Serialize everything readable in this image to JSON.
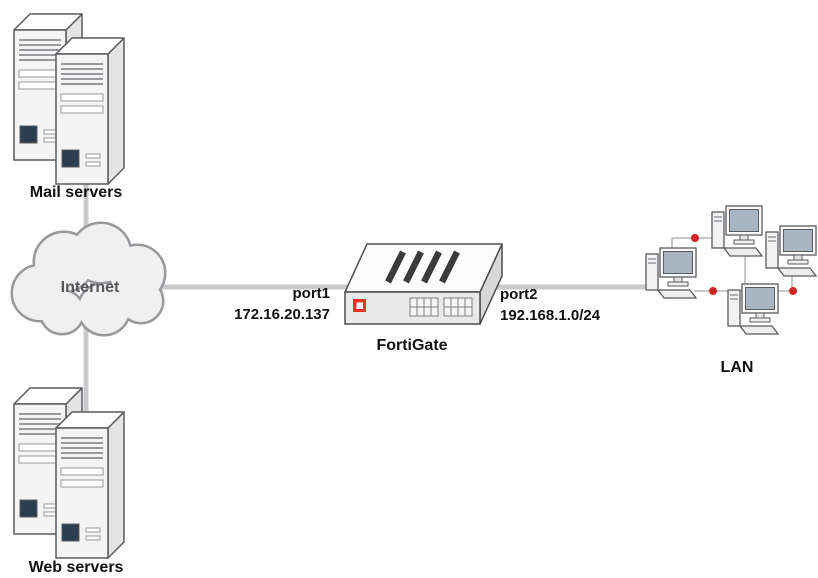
{
  "diagram": {
    "labels": {
      "mail_servers": "Mail servers",
      "web_servers": "Web servers",
      "internet": "Internet",
      "fortigate": "FortiGate",
      "lan": "LAN",
      "port1": "port1",
      "port1_ip": "172.16.20.137",
      "port2": "port2",
      "port2_subnet": "192.168.1.0/24"
    },
    "connections": [
      {
        "from": "mail-servers",
        "to": "internet"
      },
      {
        "from": "internet",
        "to": "web-servers"
      },
      {
        "from": "internet",
        "to": "fortigate",
        "via": "port1"
      },
      {
        "from": "fortigate",
        "to": "lan",
        "via": "port2"
      }
    ],
    "colors": {
      "link": "#c9cacc",
      "outline": "#58595b",
      "fortinet_red": "#ee3124",
      "node_dot": "#d2232a",
      "screen_blue": "#a9b6c1"
    }
  }
}
